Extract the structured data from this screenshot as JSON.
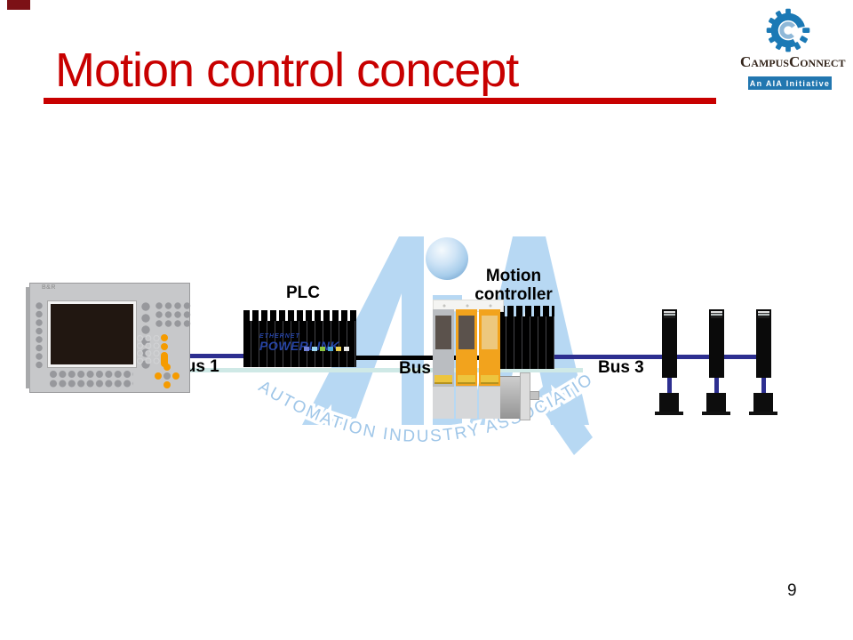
{
  "slide": {
    "title": "Motion control concept",
    "page_number": "9"
  },
  "logo": {
    "brand_text": "CampusConnect",
    "tagline": "An AIA Initiative"
  },
  "watermark": {
    "arc_text": "AUTOMATION INDUSTRY ASSOCIATION"
  },
  "diagram": {
    "hmi_brand": "B&R",
    "plc_label": "PLC",
    "plc_text_line1": "ETHERNET",
    "plc_text_line2": "POWERLINK",
    "motion_controller_label": "Motion controller",
    "bus1_label": "Bus 1",
    "bus2_label": "Bus 2",
    "bus3_label": "Bus 3",
    "plc_leds": [
      "#7181d6",
      "#9fd8f2",
      "#8cc63f",
      "#49a8d8",
      "#eed14e",
      "#e9e9e9"
    ]
  },
  "colors": {
    "title_red": "#c80000",
    "bus_navy": "#2d2f90",
    "bus_black": "#000000",
    "cyan_line": "#cfe9e6",
    "watermark_blue": "#b7d8f3",
    "drive_orange": "#f2a31d",
    "logo_blue": "#1b79b5"
  }
}
